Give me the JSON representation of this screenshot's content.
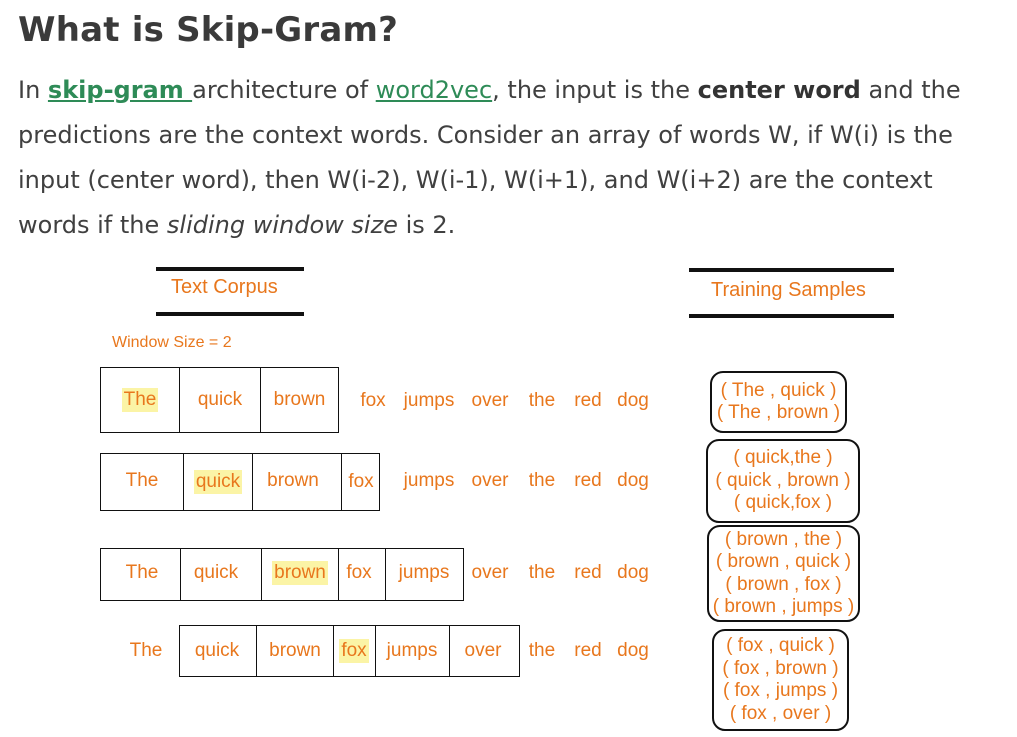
{
  "title": "What is Skip-Gram?",
  "paragraph": {
    "p1": "In ",
    "link1": "skip-gram ",
    "p2": "architecture of ",
    "link2": "word2vec",
    "p3": ", the input is the ",
    "bold1": "center word",
    "p4": " and the predictions are the context words. Consider an array of words W, if W(i) is the input (center word), then W(i-2), W(i-1), W(i+1), and W(i+2) are the context words if the ",
    "italic1": "sliding window size",
    "p5": " is 2."
  },
  "diagram": {
    "text_corpus_heading": "Text Corpus",
    "training_samples_heading": "Training Samples",
    "window_size_label": "Window Size = 2",
    "words": [
      "The",
      "quick",
      "brown",
      "fox",
      "jumps",
      "over",
      "the",
      "red",
      "dog"
    ],
    "rows": [
      {
        "center": "The",
        "samples": [
          "( The , quick )",
          "( The , brown )"
        ]
      },
      {
        "center": "quick",
        "samples": [
          "( quick,the )",
          "( quick , brown )",
          "( quick,fox )"
        ]
      },
      {
        "center": "brown",
        "samples": [
          "( brown , the )",
          "( brown , quick )",
          "( brown , fox )",
          "( brown , jumps )"
        ]
      },
      {
        "center": "fox",
        "samples": [
          "( fox , quick )",
          "( fox , brown )",
          "( fox , jumps )",
          "( fox , over )"
        ]
      }
    ],
    "colors": {
      "word_text": "#e8771d",
      "highlight": "#fbf4a6",
      "link": "#2e8b57"
    }
  }
}
